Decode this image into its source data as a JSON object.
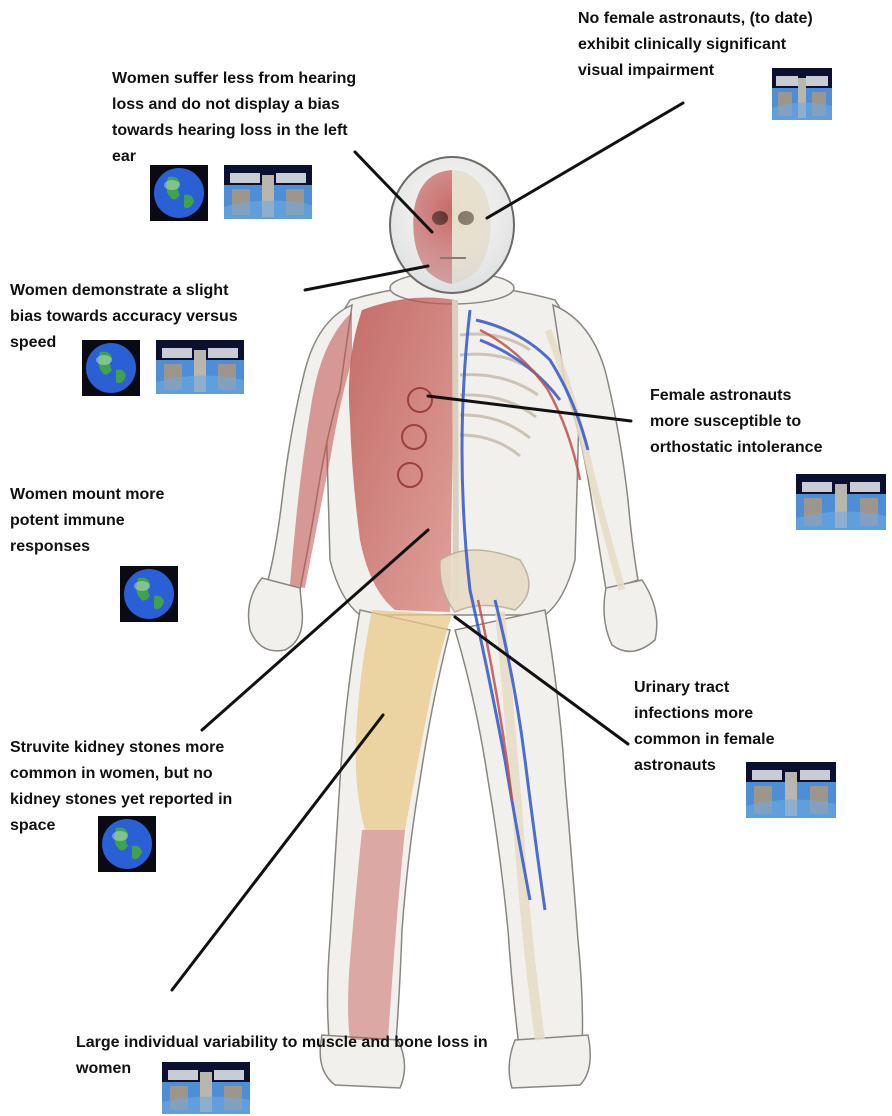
{
  "annotations": [
    {
      "id": "vision",
      "text": "No female astronauts, (to date)\nexhibit clinically significant\nvisual impairment",
      "icons": [
        "iss-icon"
      ]
    },
    {
      "id": "hearing",
      "text": "Women suffer less from hearing\nloss and do not display a bias\ntowards hearing loss in the left\near",
      "icons": [
        "earth-icon",
        "iss-icon"
      ]
    },
    {
      "id": "cognition",
      "text": "Women demonstrate a slight\nbias towards accuracy versus\nspeed",
      "icons": [
        "earth-icon",
        "iss-icon"
      ]
    },
    {
      "id": "orthostatic",
      "text": "Female astronauts\nmore susceptible to\northostatic intolerance",
      "icons": [
        "iss-icon"
      ]
    },
    {
      "id": "immune",
      "text": "Women mount more\npotent immune\nresponses",
      "icons": [
        "earth-icon"
      ]
    },
    {
      "id": "urinary",
      "text": "Urinary tract\ninfections more\ncommon in female\nastronauts",
      "icons": [
        "iss-icon"
      ]
    },
    {
      "id": "kidney",
      "text": "Struvite kidney stones more\ncommon in women, but no\nkidney stones yet reported in\nspace",
      "icons": [
        "earth-icon"
      ]
    },
    {
      "id": "musculoskeletal",
      "text": "Large individual variability to muscle and bone loss in\nwomen",
      "icons": [
        "iss-icon"
      ]
    }
  ],
  "colors": {
    "text": "#111111",
    "leader_line": "#111111",
    "suit": "#f2f0ec",
    "muscle": "#c0504d",
    "vein": "#3a5fcd",
    "fat": "#e8c98a",
    "earth_ocean": "#2a5fd6",
    "earth_land": "#3fa34d",
    "iss_space": "#0b1030",
    "iss_earth": "#4d8ed6"
  }
}
